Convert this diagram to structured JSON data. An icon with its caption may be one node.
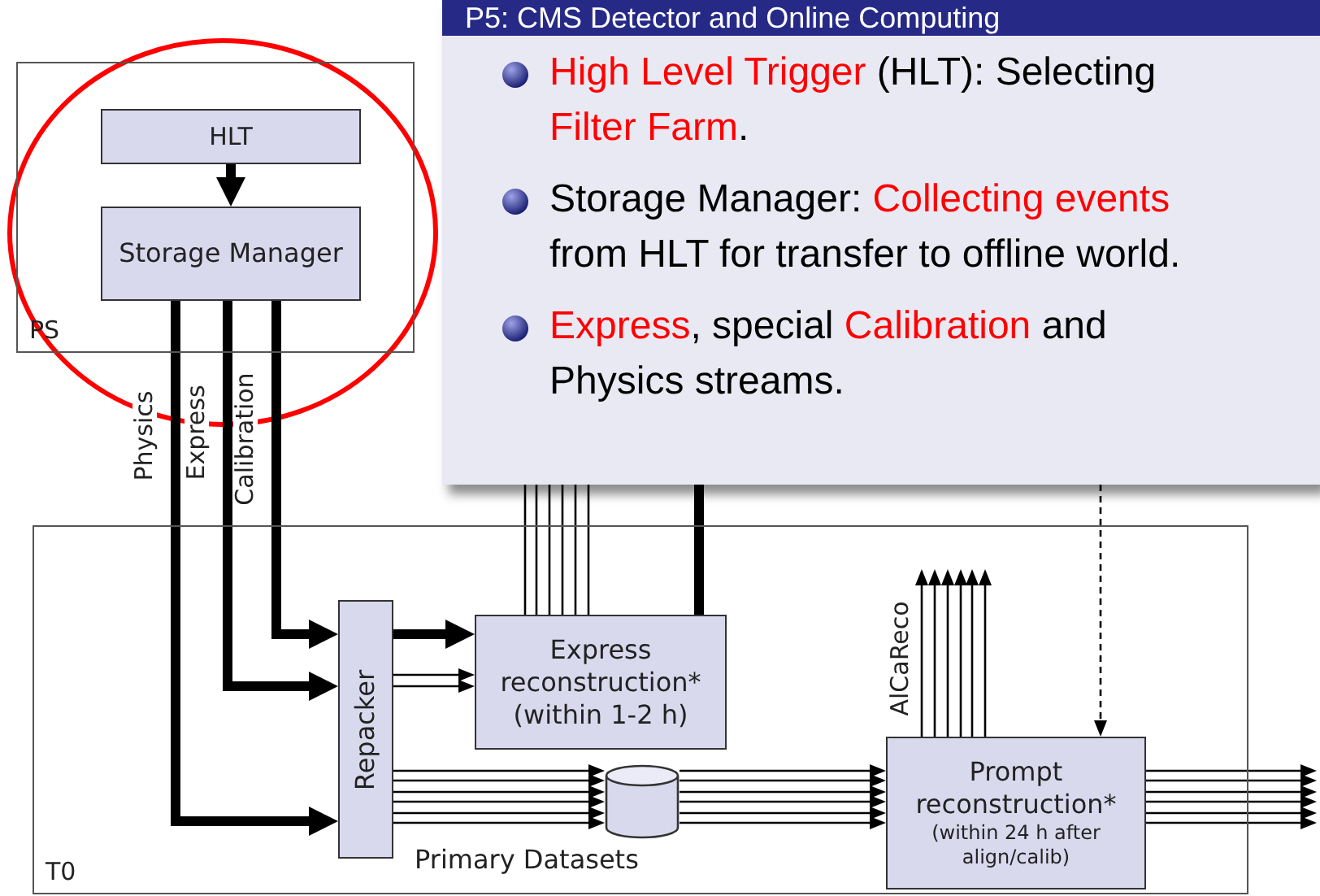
{
  "diagram": {
    "title": "P5: CMS Detector and Online Computing",
    "nodes": [
      {
        "text": [
          "PS"
        ]
      },
      {
        "text": [
          "HLT"
        ],
        "in": 0
      },
      {
        "text": [
          "Storage Manager"
        ],
        "in": 0
      },
      {
        "text": [
          "T0"
        ]
      },
      {
        "text": [
          "Repacker"
        ],
        "in": 3
      },
      {
        "text": [
          "Express reconstruction*",
          "(within 1-2 h)"
        ],
        "in": 3
      },
      {
        "text": [],
        "shape": "cylinder",
        "in": 3,
        "beside": [
          "Primary Datasets"
        ]
      },
      {
        "text": [
          "Prompt reconstruction*",
          "(within 24 h after align/calib)"
        ],
        "in": 3
      }
    ],
    "edges": [
      {
        "from": 1,
        "to": 2,
        "arrow": "to",
        "style": "thick"
      },
      {
        "from": 2,
        "to": 4,
        "arrow": "to",
        "style": "thick",
        "label": "Physics"
      },
      {
        "from": 2,
        "to": 4,
        "arrow": "to",
        "style": "thick",
        "label": "Express"
      },
      {
        "from": 2,
        "to": 4,
        "arrow": "to",
        "style": "thick",
        "label": "Calibration"
      },
      {
        "from": 4,
        "to": 5,
        "arrow": "to",
        "style": "thick"
      },
      {
        "from": 4,
        "to": 5,
        "arrow": "to"
      },
      {
        "from": 4,
        "to": 5,
        "arrow": "to"
      },
      {
        "from": 4,
        "to": 6,
        "arrow": "to"
      },
      {
        "from": 4,
        "to": 6,
        "arrow": "to"
      },
      {
        "from": 4,
        "to": 6,
        "arrow": "to"
      },
      {
        "from": 4,
        "to": 6,
        "arrow": "to"
      },
      {
        "from": 4,
        "to": 6,
        "arrow": "to"
      },
      {
        "from": 4,
        "to": 6,
        "arrow": "to"
      },
      {
        "from": 6,
        "to": 7,
        "arrow": "to"
      },
      {
        "from": 6,
        "to": 7,
        "arrow": "to"
      },
      {
        "from": 6,
        "to": 7,
        "arrow": "to"
      },
      {
        "from": 6,
        "to": 7,
        "arrow": "to"
      },
      {
        "from": 6,
        "to": 7,
        "arrow": "to"
      },
      {
        "from": 6,
        "to": 7,
        "arrow": "to"
      },
      {
        "from": 7,
        "to": null,
        "arrow": "to"
      },
      {
        "from": 7,
        "to": null,
        "arrow": "to"
      },
      {
        "from": 7,
        "to": null,
        "arrow": "to"
      },
      {
        "from": 7,
        "to": null,
        "arrow": "to"
      },
      {
        "from": 7,
        "to": null,
        "arrow": "to"
      },
      {
        "from": 7,
        "to": null,
        "arrow": "to"
      },
      {
        "from": 7,
        "to": null,
        "arrow": "to",
        "label": "AlCaReco"
      },
      {
        "from": 7,
        "to": null,
        "arrow": "to"
      },
      {
        "from": 7,
        "to": null,
        "arrow": "to"
      },
      {
        "from": 7,
        "to": null,
        "arrow": "to"
      },
      {
        "from": 7,
        "to": null,
        "arrow": "to"
      },
      {
        "from": 7,
        "to": null,
        "arrow": "to"
      },
      {
        "from": 5,
        "to": null,
        "arrow": "none"
      },
      {
        "from": 5,
        "to": null,
        "arrow": "none"
      },
      {
        "from": 5,
        "to": null,
        "arrow": "none"
      },
      {
        "from": 5,
        "to": null,
        "arrow": "none"
      },
      {
        "from": 5,
        "to": null,
        "arrow": "none"
      },
      {
        "from": 5,
        "to": null,
        "arrow": "none"
      },
      {
        "from": 5,
        "to": null,
        "arrow": "none",
        "style": "thick"
      },
      {
        "from": null,
        "to": 7,
        "arrow": "to",
        "style": "dashed"
      }
    ],
    "labels": [
      "*High Level Trigger* (HLT): Selecting *Filter Farm*.",
      "Storage Manager: *Collecting events* from HLT for transfer to offline world.",
      "*Express*, special *Calibration* and Physics streams."
    ]
  }
}
